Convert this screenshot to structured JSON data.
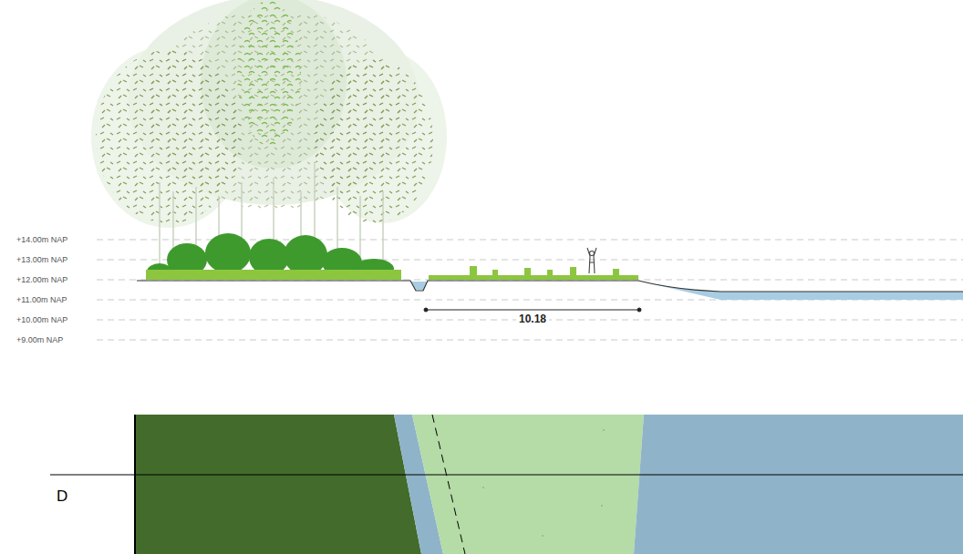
{
  "diagram": {
    "labels": [
      "+14.00m NAP",
      "+13.00m NAP",
      "+12.00m NAP",
      "+11.00m NAP",
      "+10.00m NAP",
      "+9.00m NAP",
      "10.18",
      "D"
    ]
  }
}
